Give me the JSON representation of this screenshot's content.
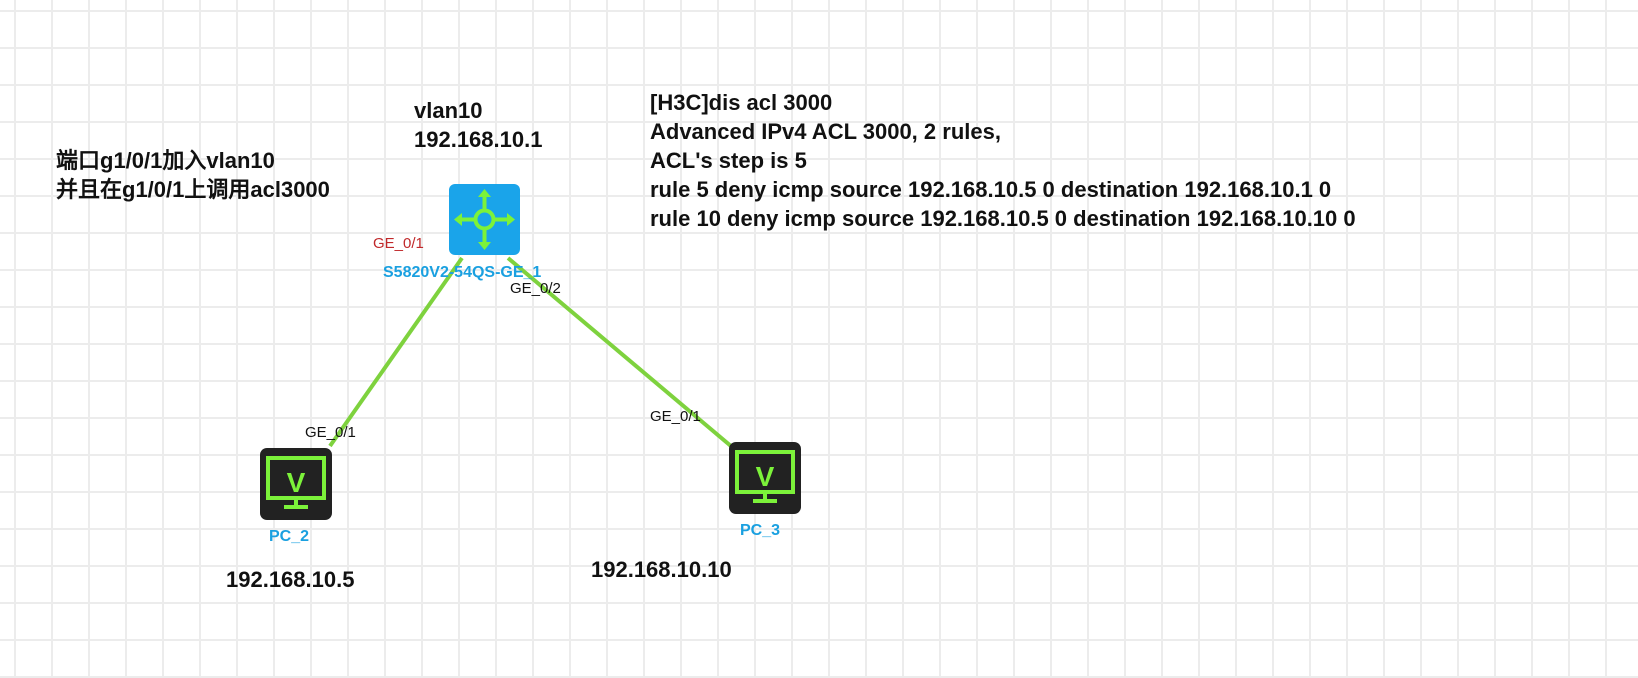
{
  "annotations": {
    "port_note": [
      "端口g1/0/1加入vlan10",
      "并且在g1/0/1上调用acl3000"
    ],
    "switch_note": [
      "vlan10",
      "192.168.10.1"
    ],
    "acl_output": [
      "[H3C]dis acl 3000",
      "Advanced IPv4 ACL 3000, 2 rules,",
      "ACL's step is 5",
      "rule 5 deny icmp source 192.168.10.5 0 destination 192.168.10.1 0",
      "rule 10 deny icmp source 192.168.10.5 0 destination 192.168.10.10 0"
    ]
  },
  "devices": {
    "switch": {
      "name": "S5820V2-54QS-GE_1",
      "icon": "l3-switch-icon",
      "port_left": "GE_0/1",
      "port_right": "GE_0/2"
    },
    "pc2": {
      "name": "PC_2",
      "icon": "virtual-pc-icon",
      "port": "GE_0/1",
      "ip": "192.168.10.5"
    },
    "pc3": {
      "name": "PC_3",
      "icon": "virtual-pc-icon",
      "port": "GE_0/1",
      "ip": "192.168.10.10"
    }
  },
  "colors": {
    "link": "#7ed23e",
    "switch_bg": "#1aa4ea",
    "pc_green": "#7cf23a",
    "label_blue": "#1aa0e0",
    "port_red": "#c0282a"
  }
}
